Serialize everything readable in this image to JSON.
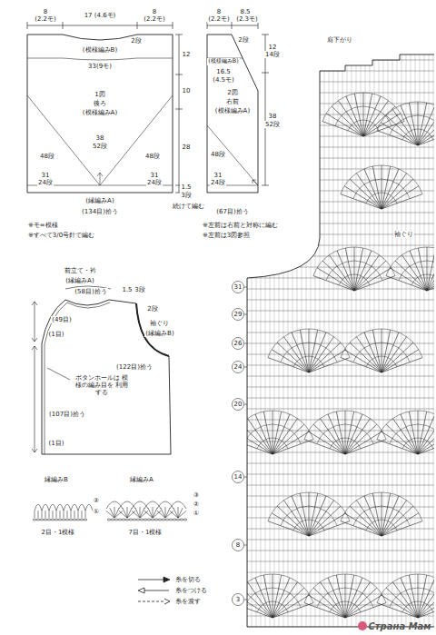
{
  "diagram": {
    "nodes": [
      {
        "text": [
          "1図",
          "後ろ",
          "(模様編みA)"
        ]
      },
      {
        "text": [
          "2図",
          "右前",
          "(模様編みA)"
        ]
      }
    ],
    "labels": [
      "8",
      "(2.2モ)",
      "17 (4.6モ)",
      "8",
      "(2.2モ)",
      "2段",
      "(模様編みB)",
      "33(9モ)",
      "38",
      "52段",
      "48段",
      "48段",
      "31",
      "24段",
      "31",
      "24段",
      "(縁編みA)",
      "(134目)拾う",
      "12",
      "10",
      "28",
      "1.5",
      "3段",
      "続けて編む",
      "8",
      "(2.2モ)",
      "8.5",
      "(2.3モ)",
      "2段",
      "(模様編みB)",
      "16.5",
      "(4.5モ)",
      "12",
      "14段",
      "38",
      "52段",
      "48段",
      "31",
      "24段",
      "(67目)拾う",
      "※モ=模様",
      "※すべて3/0号針で編む",
      "※左前は右前と対称に編む",
      "※左前は3図参照",
      "前立て・衿",
      "(縁編みA)",
      "(58目)拾う",
      "1.5",
      "3段",
      "2段",
      "(49目)",
      "袖ぐり",
      "(縁編みB)",
      "(1目)",
      "(122目)拾う",
      "ボタンホールは 模様の編み目を 利用する",
      "(107目)拾う",
      "(1目)",
      "縁編みB",
      "縁編みA",
      "2目・1模様",
      "7目・1模様",
      "②",
      "①",
      "③",
      "②",
      "①",
      "肩下がり",
      "袖ぐり",
      "31",
      "29",
      "26",
      "24",
      "20",
      "14",
      "8",
      "3",
      "Страна Мам"
    ],
    "legend": [
      {
        "text": "糸を切る"
      },
      {
        "text": "糸をつける"
      },
      {
        "text": "糸を渡す"
      }
    ]
  }
}
